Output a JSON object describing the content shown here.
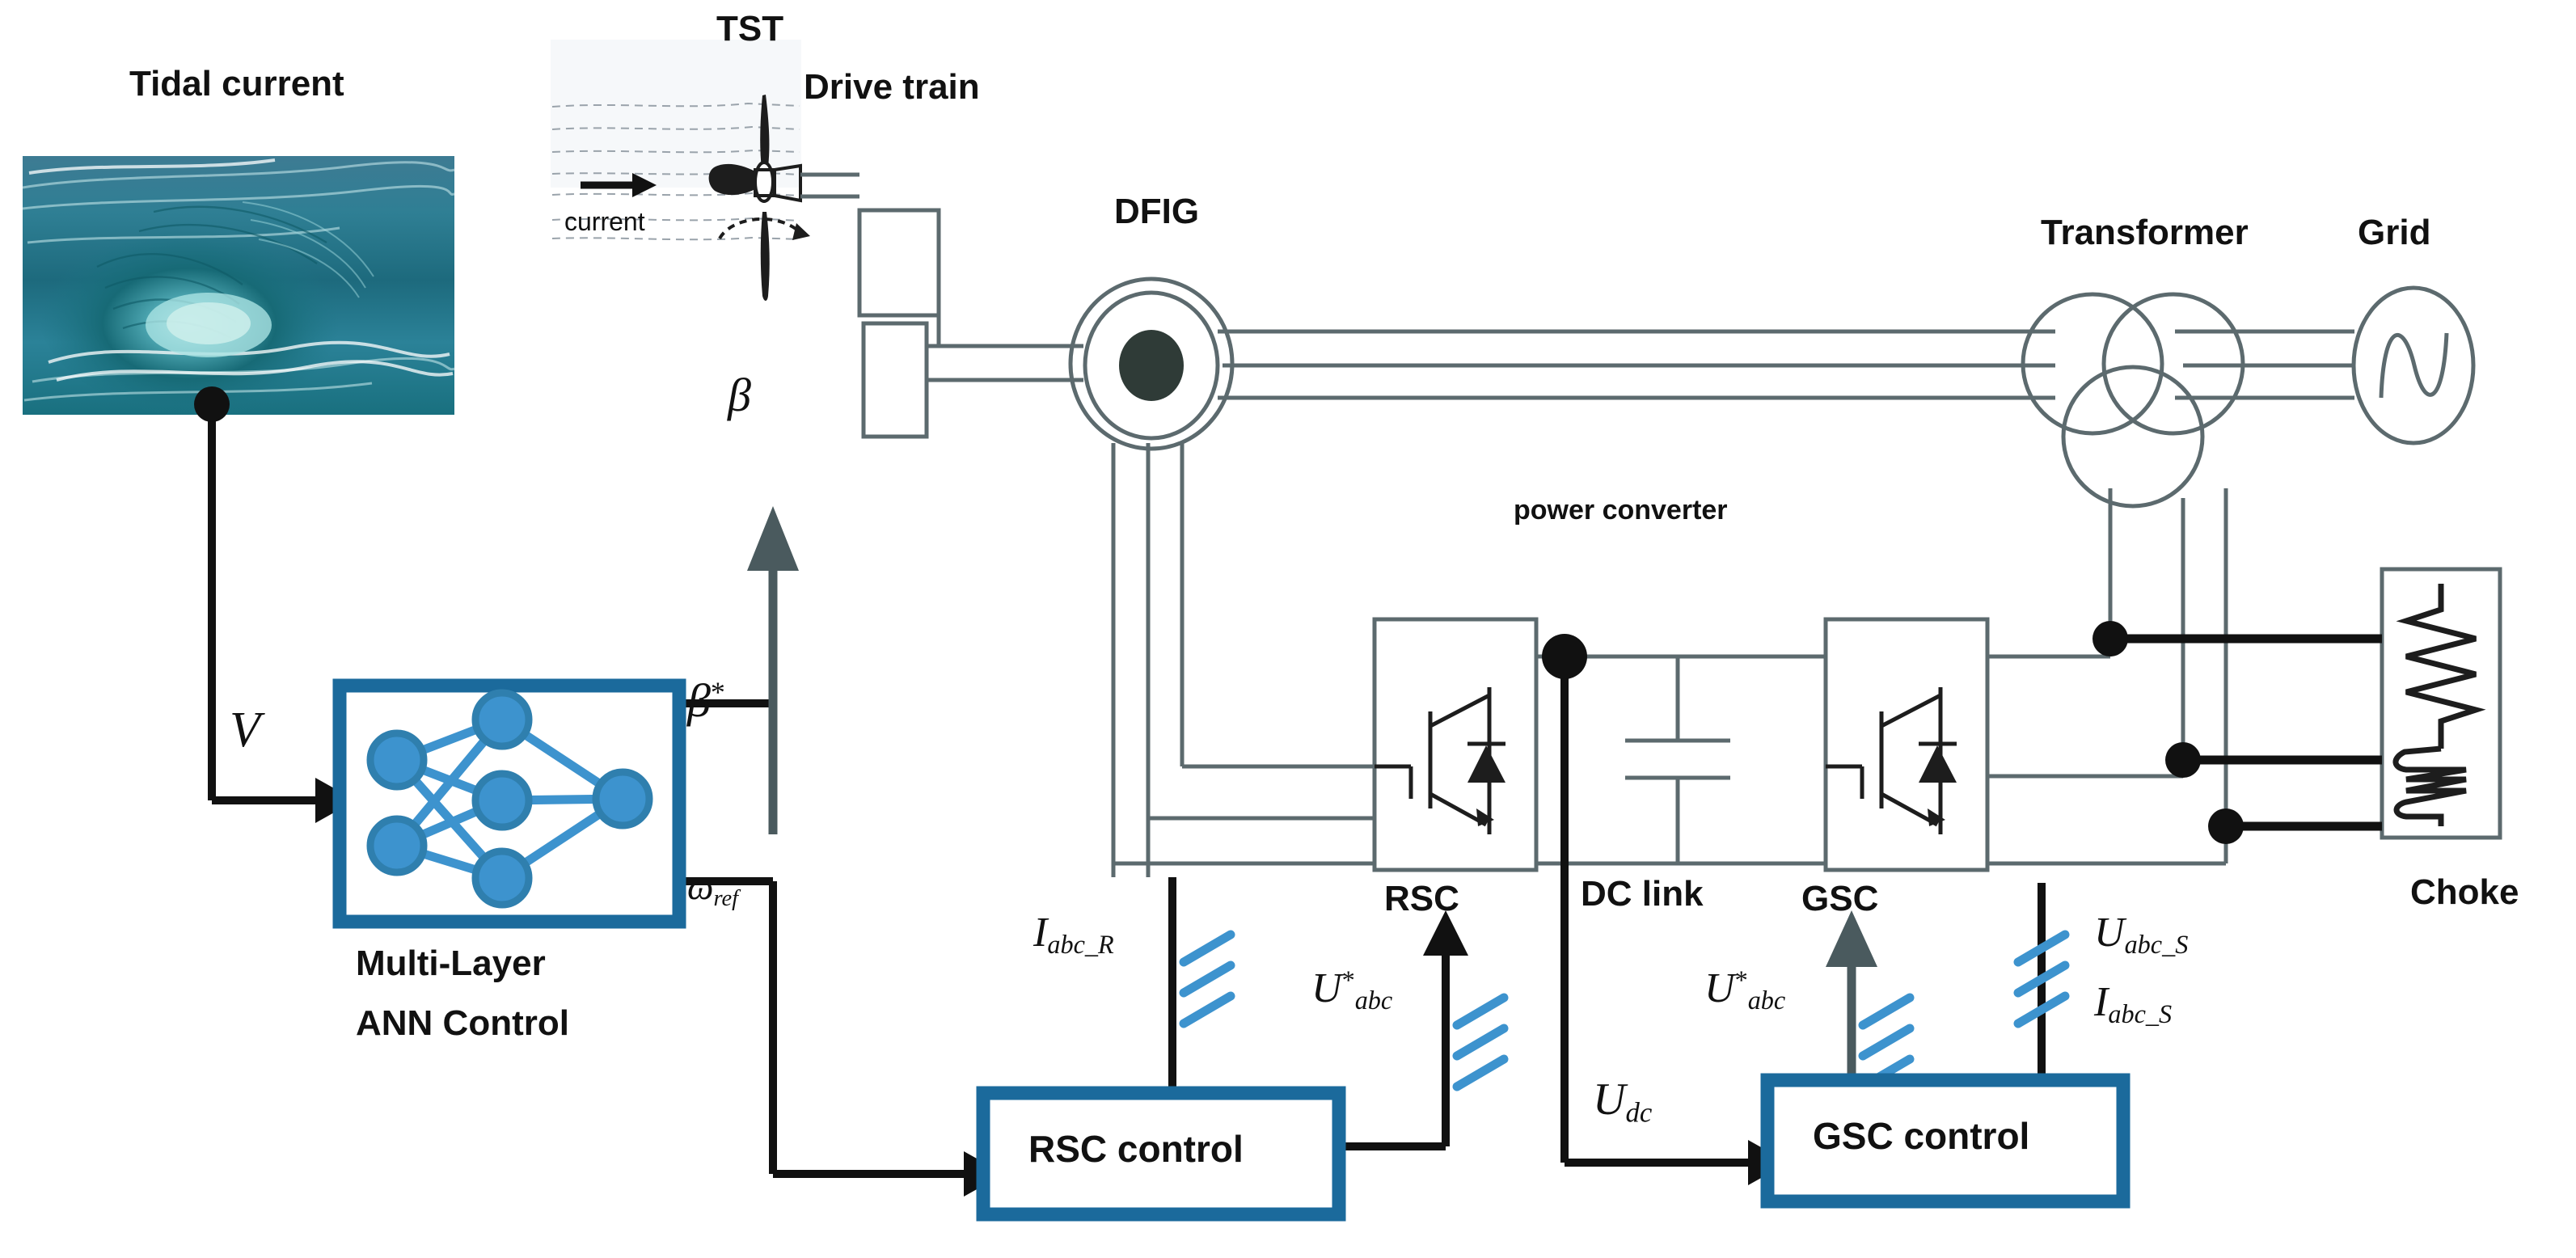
{
  "diagram": {
    "title_labels": {
      "tidal_current": "Tidal current",
      "tst": "TST",
      "drive_train": "Drive train",
      "dfig": "DFIG",
      "transformer": "Transformer",
      "grid": "Grid",
      "power_converter": "power converter",
      "dc_link": "DC link",
      "choke": "Choke",
      "rsc": "RSC",
      "gsc": "GSC",
      "current": "current",
      "ann_line1": "Multi-Layer",
      "ann_line2": "ANN Control"
    },
    "blocks": {
      "ann_box": "Multi-Layer ANN Control",
      "rsc_control": "RSC control",
      "gsc_control": "GSC control"
    },
    "signals": {
      "v": "V",
      "beta": "β",
      "beta_star_sup": "*",
      "omega": "ω",
      "omega_sub": "ref",
      "i_abc_r_main": "I",
      "i_abc_r_sub": "abc_R",
      "u_star_abc_rsc_main": "U",
      "u_star_abc_rsc_sup": "*",
      "u_star_abc_rsc_sub": "abc",
      "u_star_abc_gsc_main": "U",
      "u_star_abc_gsc_sup": "*",
      "u_star_abc_gsc_sub": "abc",
      "u_abc_s_main": "U",
      "u_abc_s_sub": "abc_S",
      "i_abc_s_main": "I",
      "i_abc_s_sub": "abc_S",
      "u_dc_main": "U",
      "u_dc_sub": "dc",
      "beta_pitch": "β"
    },
    "colors": {
      "accent_blue": "#1b6a9c",
      "node_blue": "#3d93ce",
      "wire_gray": "#5c6a6e",
      "wire_black": "#111111",
      "arrow_gray": "#4a5a5e",
      "slash_blue": "#3d93ce"
    },
    "ann_network": {
      "input_nodes": 2,
      "hidden_nodes": 3,
      "output_nodes": 1
    }
  }
}
